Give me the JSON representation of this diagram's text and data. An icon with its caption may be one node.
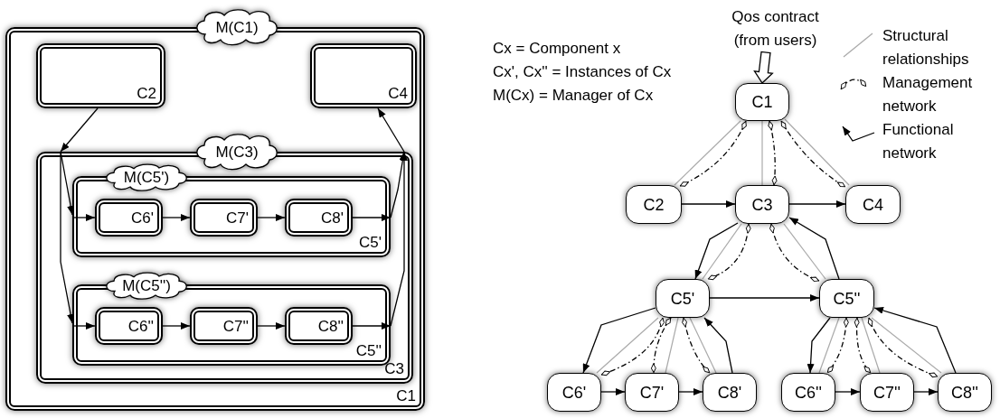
{
  "diagram": {
    "nodes": [
      {
        "text": [
          "C1"
        ]
      },
      {
        "text": [
          "M(C1)"
        ]
      },
      {
        "text": [
          "C2"
        ],
        "in": 0
      },
      {
        "text": [
          "C4"
        ],
        "in": 0
      },
      {
        "text": [
          "C3"
        ],
        "in": 0
      },
      {
        "text": [
          "M(C3)"
        ],
        "in": 0
      },
      {
        "text": [
          "C5'"
        ],
        "in": 4
      },
      {
        "text": [
          "M(C5')"
        ],
        "in": 4
      },
      {
        "text": [
          "C6'"
        ],
        "in": 6
      },
      {
        "text": [
          "C7'"
        ],
        "in": 6
      },
      {
        "text": [
          "C8'"
        ],
        "in": 6
      },
      {
        "text": [
          "C5''"
        ],
        "in": 4
      },
      {
        "text": [
          "M(C5'')"
        ],
        "in": 4
      },
      {
        "text": [
          "C6''"
        ],
        "in": 11
      },
      {
        "text": [
          "C7''"
        ],
        "in": 11
      },
      {
        "text": [
          "C8''"
        ],
        "in": 11
      },
      {
        "text": [
          "Qos contract (from users)"
        ]
      },
      {
        "text": [
          "C1"
        ]
      },
      {
        "text": [
          "C2"
        ]
      },
      {
        "text": [
          "C3"
        ]
      },
      {
        "text": [
          "C4"
        ]
      },
      {
        "text": [
          "C5'"
        ]
      },
      {
        "text": [
          "C5''"
        ]
      },
      {
        "text": [
          "C6'"
        ]
      },
      {
        "text": [
          "C7'"
        ]
      },
      {
        "text": [
          "C8'"
        ]
      },
      {
        "text": [
          "C6''"
        ]
      },
      {
        "text": [
          "C7''"
        ]
      },
      {
        "text": [
          "C8''"
        ]
      }
    ],
    "edges": [
      {
        "from": 2,
        "to": 4,
        "arrow": "to"
      },
      {
        "from": 4,
        "to": 6,
        "arrow": "to"
      },
      {
        "from": 4,
        "to": 11,
        "arrow": "to"
      },
      {
        "from": 6,
        "to": 8,
        "arrow": "to"
      },
      {
        "from": 8,
        "to": 9,
        "arrow": "to"
      },
      {
        "from": 9,
        "to": 10,
        "arrow": "to"
      },
      {
        "from": 10,
        "to": 6,
        "arrow": "to"
      },
      {
        "from": 6,
        "to": 4,
        "arrow": "to"
      },
      {
        "from": 11,
        "to": 13,
        "arrow": "to"
      },
      {
        "from": 13,
        "to": 14,
        "arrow": "to"
      },
      {
        "from": 14,
        "to": 15,
        "arrow": "to"
      },
      {
        "from": 15,
        "to": 11,
        "arrow": "to"
      },
      {
        "from": 11,
        "to": 4,
        "arrow": "to"
      },
      {
        "from": 4,
        "to": 3,
        "arrow": "to"
      },
      {
        "from": 16,
        "to": 17,
        "arrow": "to",
        "style": "thick"
      },
      {
        "from": 17,
        "to": 18,
        "arrow": "none",
        "color": "#aaaaaa"
      },
      {
        "from": 17,
        "to": 19,
        "arrow": "none",
        "color": "#aaaaaa"
      },
      {
        "from": 17,
        "to": 20,
        "arrow": "none",
        "color": "#aaaaaa"
      },
      {
        "from": 19,
        "to": 21,
        "arrow": "none",
        "color": "#aaaaaa"
      },
      {
        "from": 19,
        "to": 22,
        "arrow": "none",
        "color": "#aaaaaa"
      },
      {
        "from": 21,
        "to": 23,
        "arrow": "none",
        "color": "#aaaaaa"
      },
      {
        "from": 21,
        "to": 24,
        "arrow": "none",
        "color": "#aaaaaa"
      },
      {
        "from": 21,
        "to": 25,
        "arrow": "none",
        "color": "#aaaaaa"
      },
      {
        "from": 22,
        "to": 26,
        "arrow": "none",
        "color": "#aaaaaa"
      },
      {
        "from": 22,
        "to": 27,
        "arrow": "none",
        "color": "#aaaaaa"
      },
      {
        "from": 22,
        "to": 28,
        "arrow": "none",
        "color": "#aaaaaa"
      },
      {
        "from": 17,
        "to": 18,
        "arrow": "other",
        "style": "dashed"
      },
      {
        "from": 17,
        "to": 19,
        "arrow": "other",
        "style": "dashed"
      },
      {
        "from": 17,
        "to": 20,
        "arrow": "other",
        "style": "dashed"
      },
      {
        "from": 19,
        "to": 21,
        "arrow": "other",
        "style": "dashed"
      },
      {
        "from": 19,
        "to": 22,
        "arrow": "other",
        "style": "dashed"
      },
      {
        "from": 21,
        "to": 23,
        "arrow": "other",
        "style": "dashed"
      },
      {
        "from": 21,
        "to": 24,
        "arrow": "other",
        "style": "dashed"
      },
      {
        "from": 21,
        "to": 25,
        "arrow": "other",
        "style": "dashed"
      },
      {
        "from": 22,
        "to": 26,
        "arrow": "other",
        "style": "dashed"
      },
      {
        "from": 22,
        "to": 27,
        "arrow": "other",
        "style": "dashed"
      },
      {
        "from": 22,
        "to": 28,
        "arrow": "other",
        "style": "dashed"
      },
      {
        "from": 18,
        "to": 19,
        "arrow": "to"
      },
      {
        "from": 19,
        "to": 20,
        "arrow": "to"
      },
      {
        "from": 19,
        "to": 21,
        "arrow": "to"
      },
      {
        "from": 22,
        "to": 19,
        "arrow": "to"
      },
      {
        "from": 21,
        "to": 22,
        "arrow": "to"
      },
      {
        "from": 21,
        "to": 23,
        "arrow": "to"
      },
      {
        "from": 23,
        "to": 24,
        "arrow": "to"
      },
      {
        "from": 24,
        "to": 25,
        "arrow": "to"
      },
      {
        "from": 25,
        "to": 21,
        "arrow": "to"
      },
      {
        "from": 22,
        "to": 26,
        "arrow": "to"
      },
      {
        "from": 26,
        "to": 27,
        "arrow": "to"
      },
      {
        "from": 27,
        "to": 28,
        "arrow": "to"
      },
      {
        "from": 28,
        "to": 22,
        "arrow": "to"
      }
    ],
    "labels": [
      "Cx = Component x",
      "Cx', Cx'' = Instances of Cx",
      "M(Cx) = Manager of Cx"
    ],
    "legend": [
      {
        "text": "Structural relationships"
      },
      {
        "text": "Management network"
      },
      {
        "text": "Functional network"
      }
    ]
  }
}
